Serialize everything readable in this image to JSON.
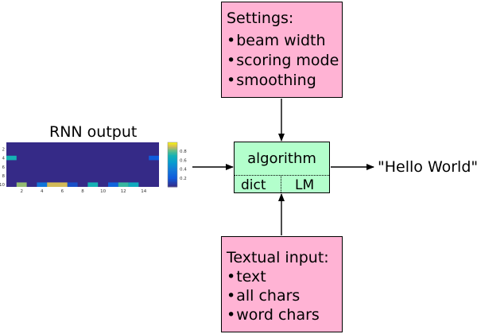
{
  "settings_box": {
    "title": "Settings:",
    "items": [
      "beam width",
      "scoring mode",
      "smoothing"
    ]
  },
  "algorithm_box": {
    "title": "algorithm",
    "left_label": "dict",
    "right_label": "LM"
  },
  "textual_box": {
    "title": "Textual input:",
    "items": [
      "text",
      "all chars",
      "word chars"
    ]
  },
  "rnn_label": "RNN output",
  "output_label": "\"Hello World\"",
  "bullet": "•",
  "colors": {
    "pink": "#ffb3d4",
    "green": "#b3ffcc",
    "heatmap_background": "#352a87"
  },
  "chart_data": {
    "type": "heatmap",
    "x_ticks": [
      "2",
      "4",
      "6",
      "8",
      "10",
      "12",
      "14"
    ],
    "y_ticks": [
      "2",
      "4",
      "6",
      "8",
      "10"
    ],
    "colorbar_ticks": [
      "0.8",
      "0.6",
      "0.4",
      "0.2"
    ],
    "colorbar_range": [
      0,
      1
    ],
    "rows": 10,
    "cols": 15,
    "cells": [
      {
        "row": 4,
        "col": 1,
        "value": 0.7
      },
      {
        "row": 4,
        "col": 15,
        "value": 0.2
      },
      {
        "row": 10,
        "col": 2,
        "value": 0.85
      },
      {
        "row": 10,
        "col": 4,
        "value": 0.35
      },
      {
        "row": 10,
        "col": 5,
        "value": 0.9
      },
      {
        "row": 10,
        "col": 6,
        "value": 0.9
      },
      {
        "row": 10,
        "col": 7,
        "value": 0.15
      },
      {
        "row": 10,
        "col": 9,
        "value": 0.7
      },
      {
        "row": 10,
        "col": 11,
        "value": 0.25
      },
      {
        "row": 10,
        "col": 12,
        "value": 0.75
      },
      {
        "row": 10,
        "col": 13,
        "value": 0.65
      }
    ]
  }
}
